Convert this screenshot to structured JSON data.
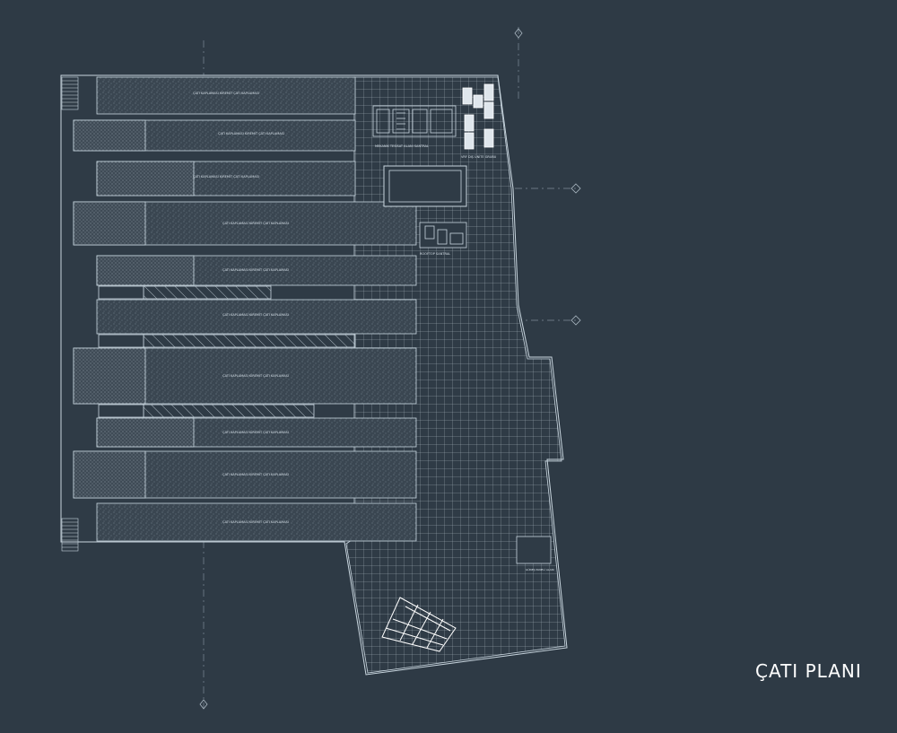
{
  "drawing": {
    "title": "ÇATI PLANI",
    "panel_label": "ÇATI KAPLAMASI KİREMİT ÇATI KAPLAMASI",
    "equipment_label": "MEKANİK TESİSAT ALANI SANTRAL",
    "rooftop_label": "ROOFTOP SANTRAL",
    "solar_label": "VRF DIŞ ÜNİTE GRUBU",
    "detail_label": "GÜNEŞ PANELİ ALANI"
  },
  "colors": {
    "background": "#2e3a45",
    "line": "#c9d6df",
    "faint_line": "#8795a1",
    "fill": "#3b4752"
  }
}
